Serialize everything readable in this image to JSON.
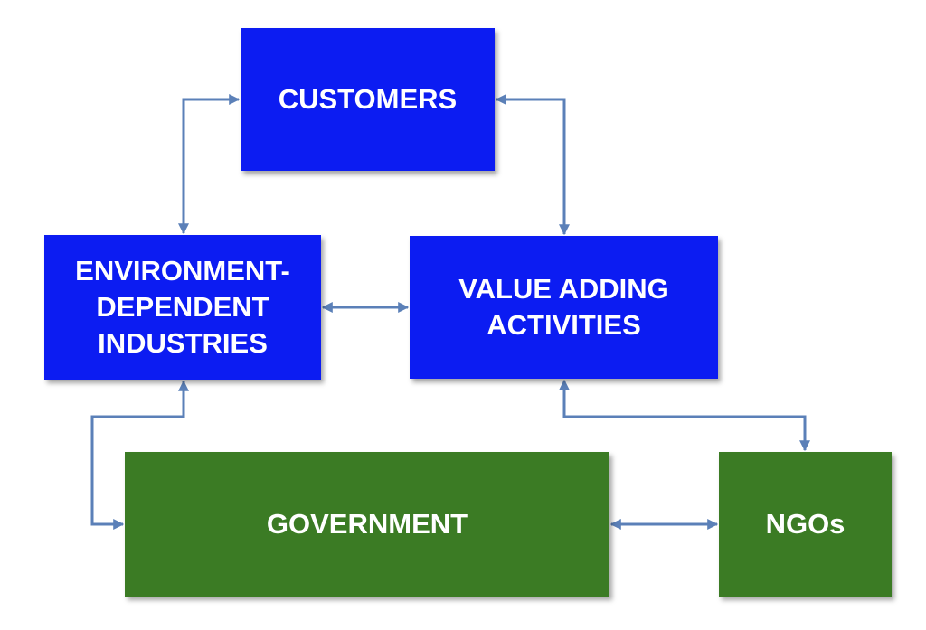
{
  "diagram": {
    "nodes": {
      "customers": {
        "lines": [
          "CUSTOMERS"
        ]
      },
      "environment_dependent_industries": {
        "lines": [
          "ENVIRONMENT-",
          "DEPENDENT",
          "INDUSTRIES"
        ]
      },
      "value_adding_activities": {
        "lines": [
          "VALUE ADDING",
          "ACTIVITIES"
        ]
      },
      "government": {
        "lines": [
          "GOVERNMENT"
        ]
      },
      "ngos": {
        "lines": [
          "NGOs"
        ]
      }
    },
    "edges": [
      {
        "from": "customers",
        "to": "environment_dependent_industries",
        "direction": "both"
      },
      {
        "from": "customers",
        "to": "value_adding_activities",
        "direction": "both"
      },
      {
        "from": "environment_dependent_industries",
        "to": "value_adding_activities",
        "direction": "both"
      },
      {
        "from": "environment_dependent_industries",
        "to": "government",
        "direction": "both"
      },
      {
        "from": "government",
        "to": "ngos",
        "direction": "both"
      },
      {
        "from": "value_adding_activities",
        "to": "ngos",
        "direction": "both"
      }
    ],
    "colors": {
      "stakeholder_blue": "#0c1cf2",
      "stakeholder_green": "#3b7b24",
      "connector": "#5b80b8",
      "text": "#ffffff"
    }
  }
}
